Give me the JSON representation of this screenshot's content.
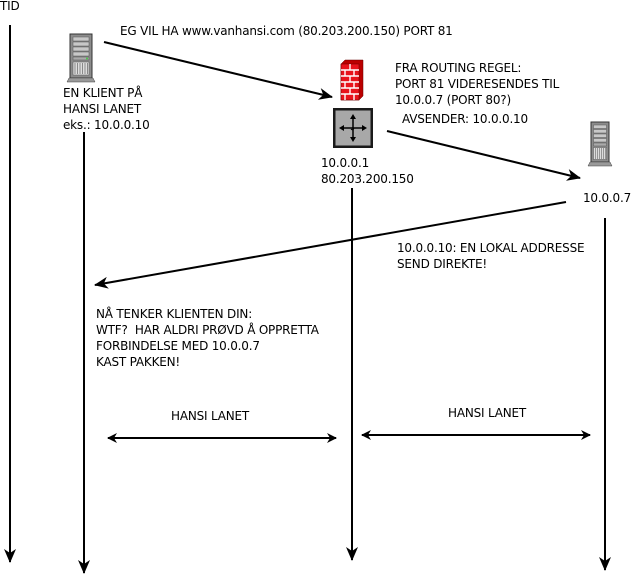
{
  "diagram": {
    "time_label": "TID",
    "colors": {
      "line": "#000000",
      "firewall_red": "#e8141c",
      "router_gray": "#a8a8a8",
      "server_gray": "#9a9a9a"
    },
    "nodes": {
      "client": {
        "icon": "server-icon",
        "label_lines": [
          "EN KLIENT PÅ",
          "HANSI LANET",
          "eks.: 10.0.0.10"
        ]
      },
      "router": {
        "icons": [
          "firewall-icon",
          "router-icon"
        ],
        "label_lines": [
          "10.0.0.1",
          "80.203.200.150"
        ]
      },
      "server": {
        "icon": "server-icon",
        "label": "10.0.0.7"
      }
    },
    "messages": {
      "request": "EG VIL HA www.vanhansi.com (80.203.200.150) PORT 81",
      "routing_rule_lines": [
        "FRA ROUTING REGEL:",
        "PORT 81 VIDERESENDES TIL",
        "10.0.0.7 (PORT 80?)"
      ],
      "sender": "AVSENDER: 10.0.0.10",
      "reply_note_lines": [
        "10.0.0.10: EN LOKAL ADDRESSE",
        "SEND DIREKTE!"
      ],
      "client_thought_lines": [
        "NÅ TENKER KLIENTEN DIN:",
        "WTF?  HAR ALDRI PRØVD Å OPPRETTA",
        "FORBINDELSE MED 10.0.0.7",
        "KAST PAKKEN!"
      ]
    },
    "segments": {
      "left": "HANSI LANET",
      "right": "HANSI LANET"
    }
  }
}
